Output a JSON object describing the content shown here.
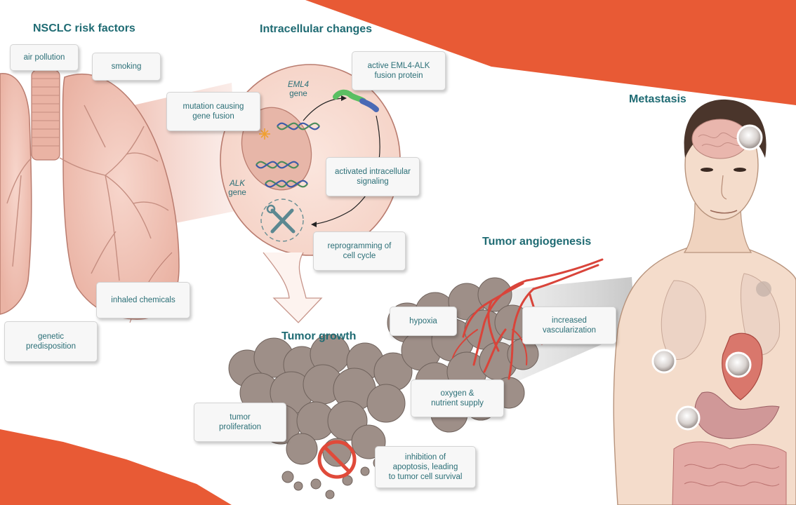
{
  "headings": {
    "risk_factors": "NSCLC risk factors",
    "intracellular": "Intracellular changes",
    "metastasis": "Metastasis",
    "angiogenesis": "Tumor angiogenesis",
    "tumor_growth": "Tumor growth"
  },
  "risk_factors": {
    "air_pollution": "air pollution",
    "smoking": "smoking",
    "inhaled_chemicals": "inhaled chemicals",
    "genetic_line1": "genetic",
    "genetic_line2": "predisposition"
  },
  "intracellular": {
    "mutation_line1": "mutation causing",
    "mutation_line2": "gene fusion",
    "fusion_line1": "active EML4-ALK",
    "fusion_line2": "fusion protein",
    "signaling_line1": "activated intracellular",
    "signaling_line2": "signaling",
    "reprogramming_line1": "reprogramming of",
    "reprogramming_line2": "cell cycle",
    "eml4_name": "EML4",
    "eml4_word": "gene",
    "alk_name": "ALK",
    "alk_word": "gene"
  },
  "angiogenesis": {
    "hypoxia": "hypoxia",
    "vasc_line1": "increased",
    "vasc_line2": "vascularization",
    "oxygen_line1": "oxygen &",
    "oxygen_line2": "nutrient supply"
  },
  "tumor_growth": {
    "prolif_line1": "tumor",
    "prolif_line2": "proliferation",
    "apoptosis_line1": "inhibition of",
    "apoptosis_line2": "apoptosis, leading",
    "apoptosis_line3": "to tumor cell survival"
  },
  "colors": {
    "accent_orange": "#e85a35",
    "heading_teal": "#1f6b73",
    "label_teal": "#2b6f77",
    "lung_pink": "#f2c4b8",
    "tumor_gray": "#9e8f88",
    "vessel_red": "#d9443a"
  },
  "icons": {
    "lungs": "lungs-illustration",
    "cell": "cell-illustration",
    "dna": "dna-icon",
    "protein": "fusion-protein-icon",
    "tools": "tools-icon",
    "tumor": "tumor-mass",
    "vessels": "blood-vessels",
    "prohibit": "prohibition-icon",
    "human": "human-figure",
    "metastasis_nodule": "metastasis-nodule-icon"
  }
}
